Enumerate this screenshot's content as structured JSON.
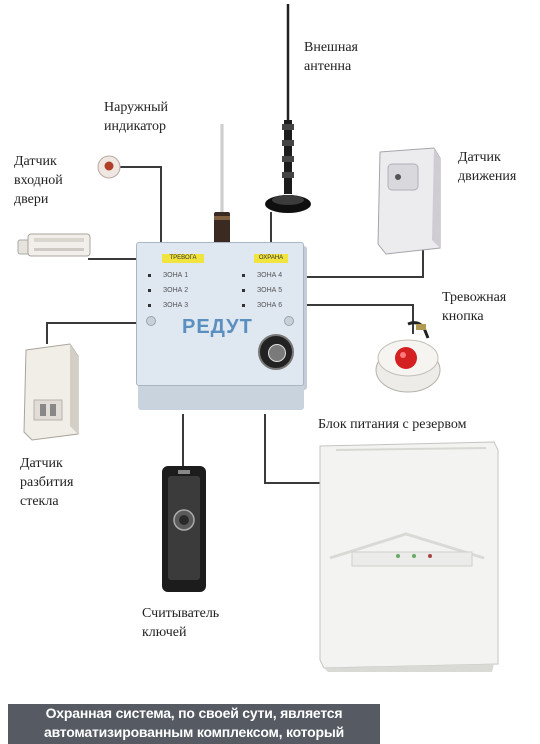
{
  "labels": {
    "antenna": [
      "Внешная",
      "антенна"
    ],
    "indicator": [
      "Наружный",
      "индикатор"
    ],
    "door_sensor": [
      "Датчик",
      "входной",
      "двери"
    ],
    "motion_sensor": [
      "Датчик",
      "движения"
    ],
    "panic_button": [
      "Тревожная",
      "кнопка"
    ],
    "glass_sensor": [
      "Датчик",
      "разбития",
      "стекла"
    ],
    "power_unit": "Блок питания с резервом",
    "key_reader": [
      "Считыватель",
      "ключей"
    ]
  },
  "panel": {
    "brand": "РЕДУТ",
    "left_header": "ТРЕВОГА",
    "right_header": "ОХРАНА",
    "zones_left": [
      "ЗОНА 1",
      "ЗОНА 2",
      "ЗОНА 3"
    ],
    "zones_right": [
      "ЗОНА 4",
      "ЗОНА 5",
      "ЗОНА 6"
    ]
  },
  "caption": {
    "line1": "Охранная система, по своей сути, является",
    "line2": "автоматизированным комплексом, который"
  },
  "colors": {
    "panel_body": "#dfe7f1",
    "brand": "#5a8fc0",
    "banner": "#555a63",
    "button_red": "#d42020"
  }
}
